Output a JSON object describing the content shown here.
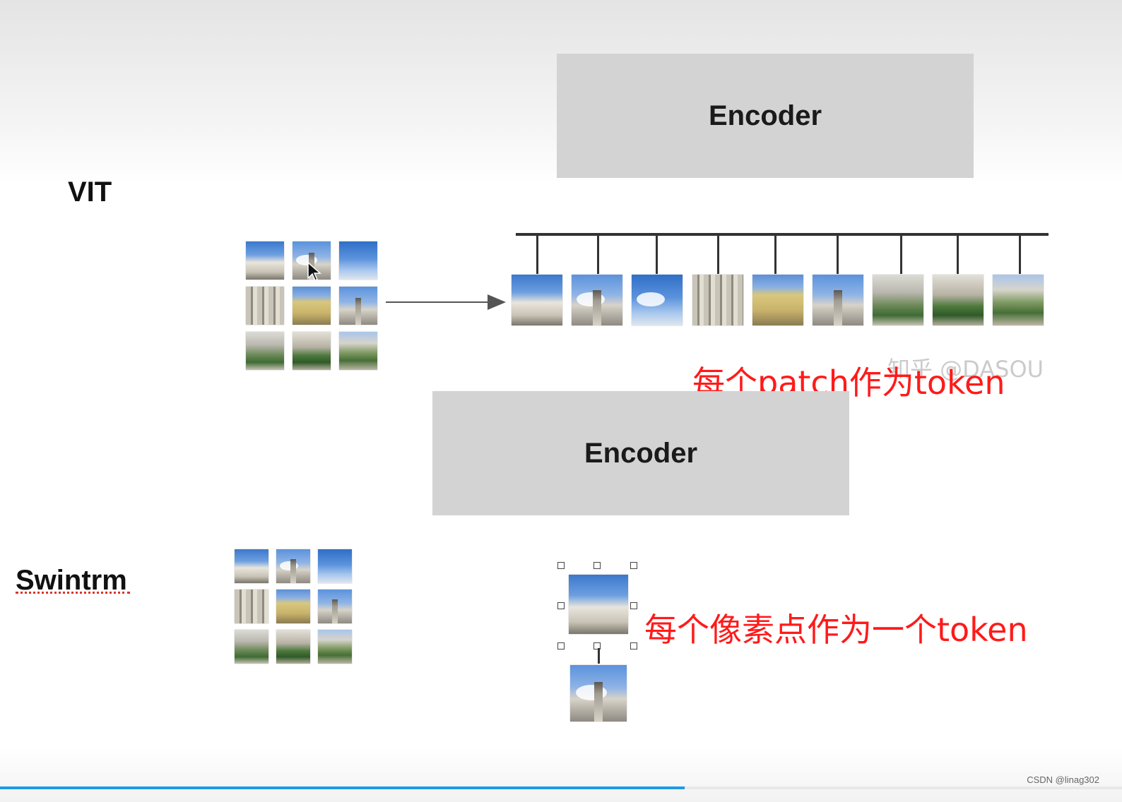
{
  "vit": {
    "label": "VIT",
    "encoder_label": "Encoder",
    "annotation": "每个patch作为token",
    "watermark": "知乎 @DASOU"
  },
  "swin": {
    "label": "Swintrm",
    "encoder_label": "Encoder",
    "annotation": "每个像素点作为一个token"
  },
  "footer": {
    "credit": "CSDN @linag302",
    "progress": 0.61
  }
}
